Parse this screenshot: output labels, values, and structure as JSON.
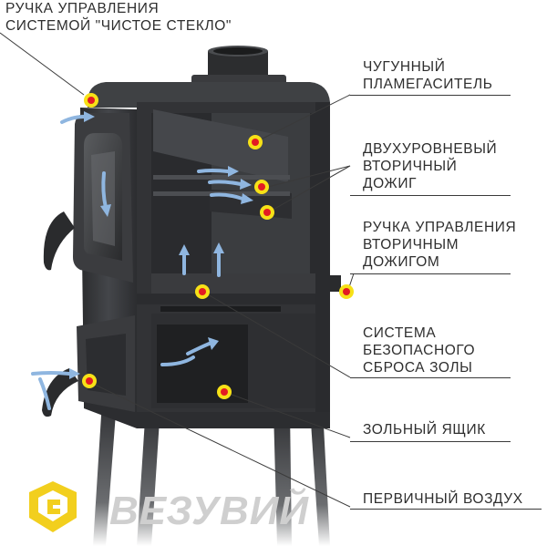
{
  "labels": {
    "glass_control": {
      "line1": "РУЧКА УПРАВЛЕНИЯ",
      "line2": "СИСТЕМОЙ \"ЧИСТОЕ СТЕКЛО\""
    },
    "flame_arrester": {
      "line1": "ЧУГУННЫЙ",
      "line2": "ПЛАМЕГАСИТЕЛЬ"
    },
    "secondary_burn": {
      "line1": "ДВУХУРОВНЕВЫЙ",
      "line2": "ВТОРИЧНЫЙ",
      "line3": "ДОЖИГ"
    },
    "secondary_control": {
      "line1": "РУЧКА УПРАВЛЕНИЯ",
      "line2": "ВТОРИЧНЫМ",
      "line3": "ДОЖИГОМ"
    },
    "ash_system": {
      "line1": "СИСТЕМА",
      "line2": "БЕЗОПАСНОГО",
      "line3": "СБРОСА ЗОЛЫ"
    },
    "ash_box": {
      "line1": "ЗОЛЬНЫЙ ЯЩИК"
    },
    "primary_air": {
      "line1": "ПЕРВИЧНЫЙ ВОЗДУХ"
    }
  },
  "brand": {
    "name": "ВЕЗУВИЙ"
  },
  "colors": {
    "marker_fill": "#e31b23",
    "marker_ring": "#f7e117",
    "air_arrow": "#8fb6e0",
    "stove_body": "#3b3d40",
    "stove_dark": "#222325",
    "logo_yellow": "#f2cf1e",
    "logo_gray": "#cfcfcf"
  }
}
